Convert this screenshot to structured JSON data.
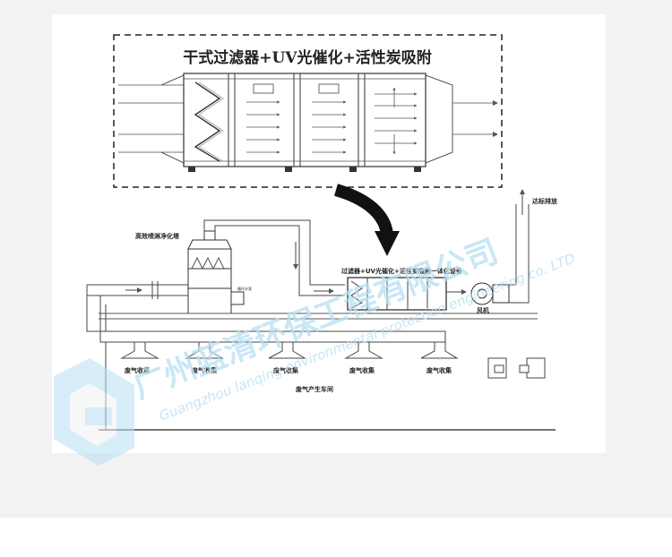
{
  "header": {
    "title": "干式过滤器+UV光催化+活性炭吸附"
  },
  "labels": {
    "tower": "高效喷淋净化塔",
    "tower_small": "循环水泵",
    "unit": "过滤器+UV光催化+活性炭吸附一体化设备",
    "fan": "风机",
    "discharge": "达标排放",
    "collect": "废气收集",
    "workshop": "废气产生车间"
  },
  "watermark": {
    "company_cn": "广州蓝清环保工程有限公司",
    "company_en": "Guangzhou lanqing environmental protection engineering co. LTD"
  },
  "colors": {
    "line": "#333333",
    "watermark": "#b8dff2",
    "arrow": "#333333"
  }
}
